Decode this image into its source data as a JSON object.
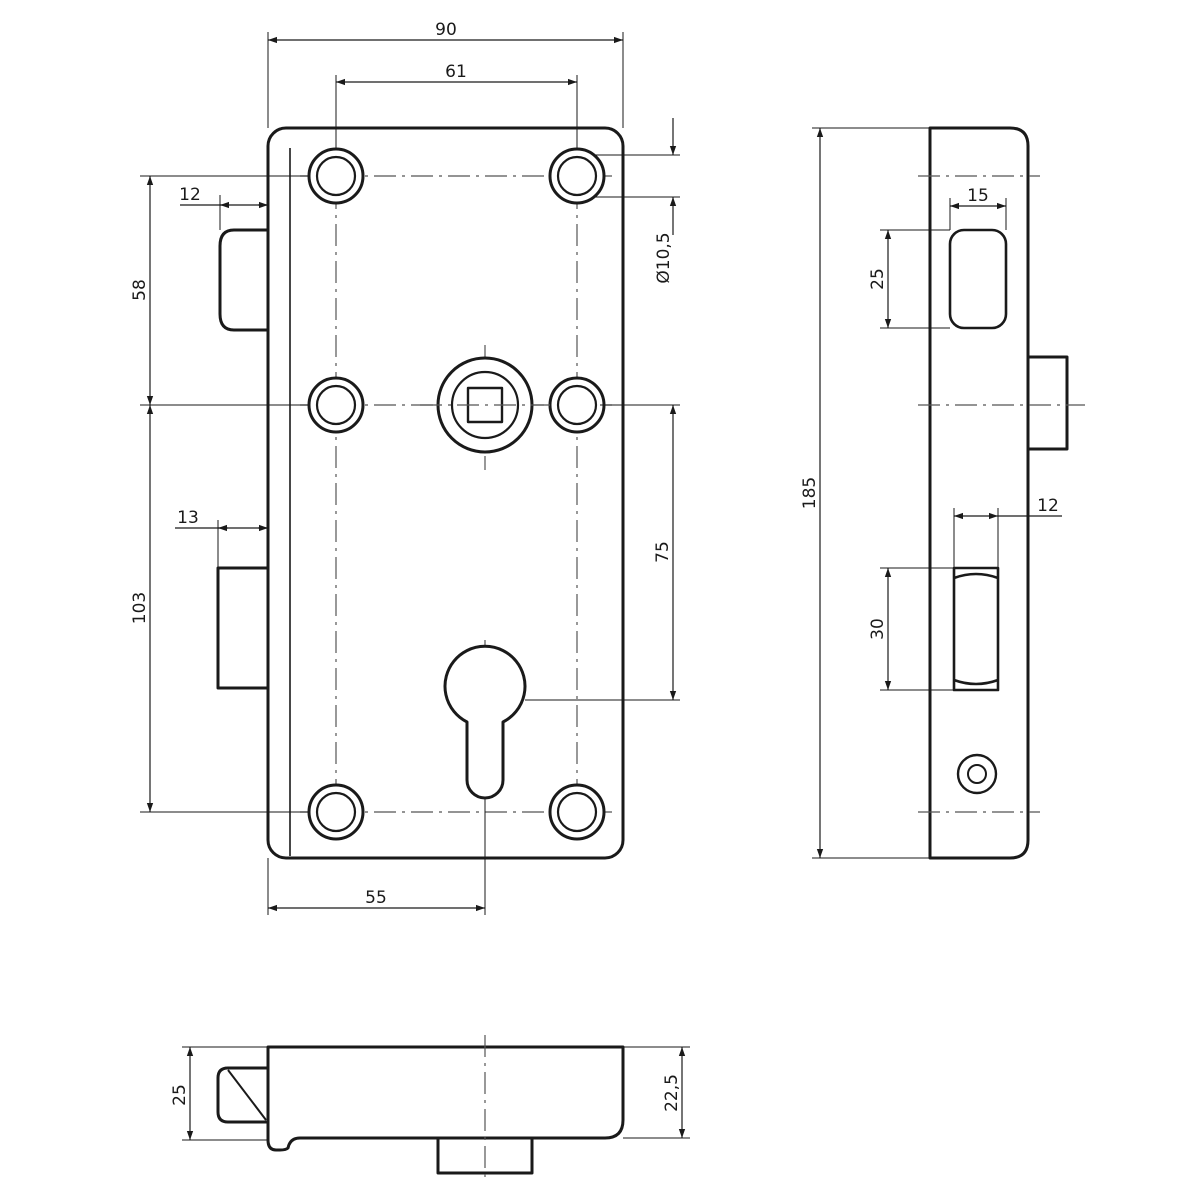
{
  "dimensions": {
    "width_overall": "90",
    "hole_spacing_horizontal": "61",
    "latch_projection": "12",
    "top_to_spindle": "58",
    "hole_diameter": "Ø10,5",
    "spindle_to_cylinder": "75",
    "bolt_projection": "13",
    "spindle_to_bottom_hole": "103",
    "backset": "55",
    "latch_width": "15",
    "latch_height": "25",
    "height_overall": "185",
    "bolt_depth": "12",
    "bolt_height": "30",
    "bolt_thickness": "25",
    "case_depth": "22,5"
  },
  "colors": {
    "line": "#1a1a1a",
    "centerline": "#555555",
    "background": "#ffffff"
  }
}
